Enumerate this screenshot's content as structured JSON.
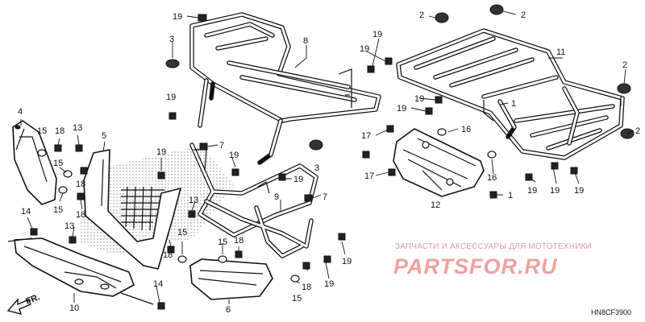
{
  "diagram": {
    "code": "HN8CF3900",
    "direction_label": "FR.",
    "callouts": [
      {
        "id": "c19a",
        "text": "19"
      },
      {
        "id": "c3a",
        "text": "3"
      },
      {
        "id": "c8",
        "text": "8"
      },
      {
        "id": "c19b",
        "text": "19"
      },
      {
        "id": "c19c",
        "text": "19"
      },
      {
        "id": "c2a",
        "text": "2"
      },
      {
        "id": "c2b",
        "text": "2"
      },
      {
        "id": "c11",
        "text": "11"
      },
      {
        "id": "c2c",
        "text": "2"
      },
      {
        "id": "c2d",
        "text": "2"
      },
      {
        "id": "c19d",
        "text": "19"
      },
      {
        "id": "c19e",
        "text": "19"
      },
      {
        "id": "c19f",
        "text": "19"
      },
      {
        "id": "c1a",
        "text": "1"
      },
      {
        "id": "c16a",
        "text": "16"
      },
      {
        "id": "c17a",
        "text": "17"
      },
      {
        "id": "c17b",
        "text": "17"
      },
      {
        "id": "c12",
        "text": "12"
      },
      {
        "id": "c16b",
        "text": "16"
      },
      {
        "id": "c1b",
        "text": "1"
      },
      {
        "id": "c19g",
        "text": "19"
      },
      {
        "id": "c19h",
        "text": "19"
      },
      {
        "id": "c19i",
        "text": "19"
      },
      {
        "id": "c4",
        "text": "4"
      },
      {
        "id": "c15a",
        "text": "15"
      },
      {
        "id": "c18a",
        "text": "18"
      },
      {
        "id": "c13a",
        "text": "13"
      },
      {
        "id": "c5",
        "text": "5"
      },
      {
        "id": "c15b",
        "text": "15"
      },
      {
        "id": "c18b",
        "text": "18"
      },
      {
        "id": "c15c",
        "text": "15"
      },
      {
        "id": "c18c",
        "text": "18"
      },
      {
        "id": "c14a",
        "text": "14"
      },
      {
        "id": "c13b",
        "text": "13"
      },
      {
        "id": "c19j",
        "text": "19"
      },
      {
        "id": "c7a",
        "text": "7"
      },
      {
        "id": "c19k",
        "text": "19"
      },
      {
        "id": "c3b",
        "text": "3"
      },
      {
        "id": "c19l",
        "text": "19"
      },
      {
        "id": "c9",
        "text": "9"
      },
      {
        "id": "c7b",
        "text": "7"
      },
      {
        "id": "c13c",
        "text": "13"
      },
      {
        "id": "c15d",
        "text": "15"
      },
      {
        "id": "c18d",
        "text": "18"
      },
      {
        "id": "c15e",
        "text": "15"
      },
      {
        "id": "c18e",
        "text": "18"
      },
      {
        "id": "c19m",
        "text": "19"
      },
      {
        "id": "c19n",
        "text": "19"
      },
      {
        "id": "c18f",
        "text": "18"
      },
      {
        "id": "c15f",
        "text": "15"
      },
      {
        "id": "c14b",
        "text": "14"
      },
      {
        "id": "c10",
        "text": "10"
      },
      {
        "id": "c6",
        "text": "6"
      }
    ]
  },
  "watermark": {
    "subtitle": "ЗАПЧАСТИ И АКСЕССУАРЫ ДЛЯ МОТОТЕХНИКИ",
    "logo": "PARTSFOR.RU"
  }
}
